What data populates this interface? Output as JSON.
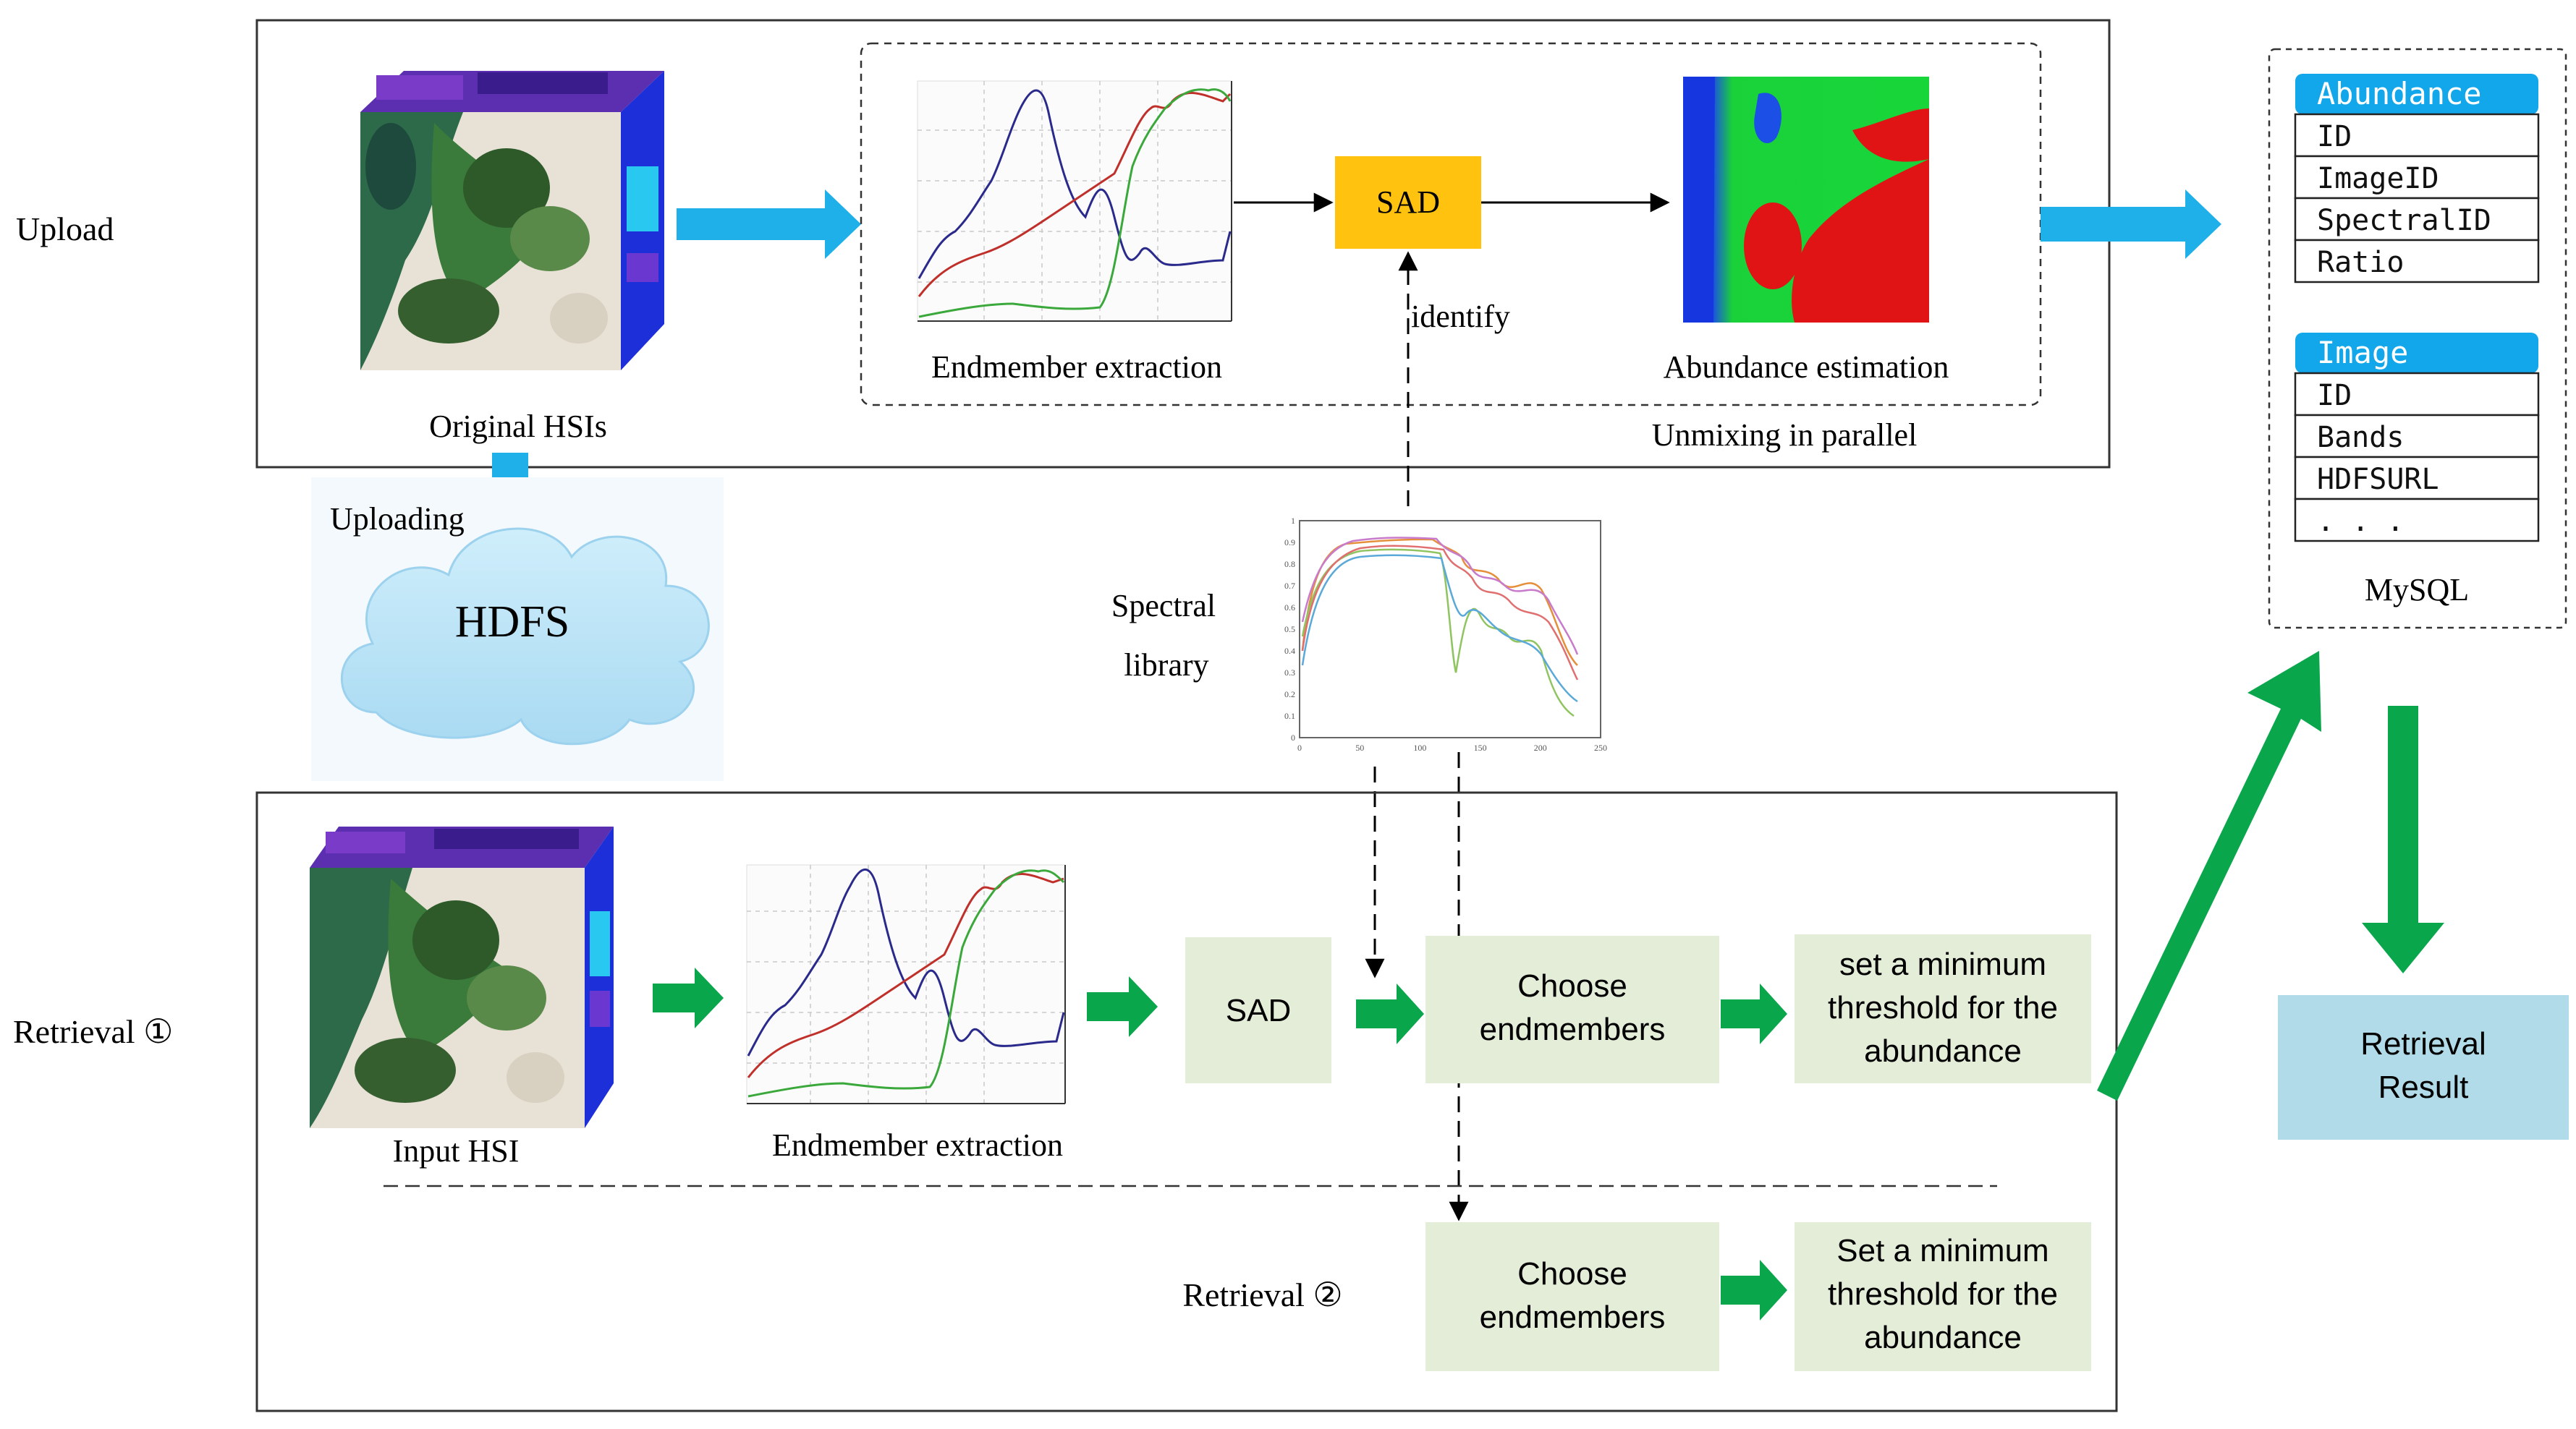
{
  "labels": {
    "upload": "Upload",
    "retrieval_1": "Retrieval ①",
    "retrieval_2": "Retrieval ②",
    "original_hsis": "Original HSIs",
    "endmember_extraction_top": "Endmember extraction",
    "abundance_estimation": "Abundance estimation",
    "unmixing_parallel": "Unmixing in parallel",
    "identify": "identify",
    "uploading": "Uploading",
    "hdfs": "HDFS",
    "spectral_library_line1": "Spectral",
    "spectral_library_line2": "library",
    "input_hsi": "Input HSI",
    "endmember_extraction_bottom": "Endmember extraction",
    "mysql": "MySQL"
  },
  "nodes": {
    "sad_top": "SAD",
    "sad_bottom": "SAD",
    "choose_1_line1": "Choose",
    "choose_1_line2": "endmembers",
    "threshold_1": [
      "set a minimum",
      "threshold for the",
      "abundance"
    ],
    "choose_2_line1": "Choose",
    "choose_2_line2": "endmembers",
    "threshold_2": [
      "Set a minimum",
      "threshold for the",
      "abundance"
    ],
    "retrieval_result": [
      "Retrieval",
      "Result"
    ]
  },
  "tables": {
    "abundance": {
      "header": "Abundance",
      "rows": [
        "ID",
        "ImageID",
        "SpectralID",
        "Ratio"
      ]
    },
    "image": {
      "header": "Image",
      "rows": [
        "ID",
        "Bands",
        "HDFSURL",
        ". . ."
      ]
    }
  },
  "spectral_axis": {
    "y_ticks": [
      "1",
      "0.9",
      "0.8",
      "0.7",
      "0.6",
      "0.5",
      "0.4",
      "0.3",
      "0.2",
      "0.1",
      "0"
    ],
    "x_ticks": [
      "0",
      "50",
      "100",
      "150",
      "200",
      "250"
    ]
  },
  "colors": {
    "flow_blue": "#1fb0ea",
    "flow_green": "#0aa64b",
    "sad_top": "#ffc20e",
    "process_box": "#e4edd8",
    "result_box": "#b1dbe8",
    "table_header": "#12a6ea",
    "endmember_blue": "#2a2a8c",
    "endmember_red": "#c0302a",
    "endmember_green": "#3aa83a"
  }
}
